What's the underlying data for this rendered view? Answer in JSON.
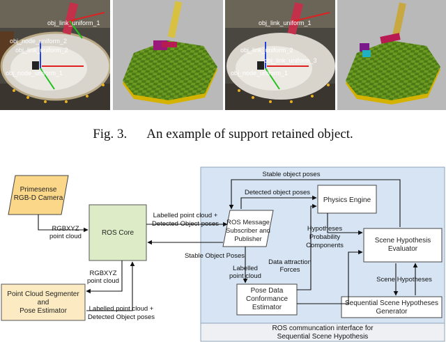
{
  "figure": {
    "photo_labels": {
      "p1_link1": "obj_link_uniform_1",
      "p1_node": "obj_node_uniform_2",
      "p1_link_small": "obj_link_uniform_2",
      "p1_node_bottom": "obj_node_uniform_1",
      "p3_link1": "obj_link_uniform_1",
      "p3_link2": "obj_link_uniform_2",
      "p3_link3": "obj_link_uniform_3",
      "p3_node_bottom": "obj_node_uniform_1"
    },
    "caption": {
      "number": "Fig. 3.",
      "text": "An example of support retained object."
    }
  },
  "diagram": {
    "region_label_line1": "ROS communcation interface for",
    "region_label_line2": "Sequential Scene Hypothesis",
    "boxes": {
      "camera_line1": "Primesense",
      "camera_line2": "RGB-D Camera",
      "ros_core": "ROS Core",
      "segmenter_line1": "Point Cloud  Segmenter",
      "segmenter_line2": "and",
      "segmenter_line3": "Pose Estimator",
      "ros_msg_line1": "ROS Message",
      "ros_msg_line2": "Subscriber and",
      "ros_msg_line3": "Publisher",
      "physics": "Physics Engine",
      "evaluator_line1": "Scene Hypothesis",
      "evaluator_line2": "Evaluator",
      "pose_data_line1": "Pose Data",
      "pose_data_line2": "Conformance",
      "pose_data_line3": "Estimator",
      "sequential_line1": "Sequential Scene Hypotheses",
      "sequential_line2": "Generator"
    },
    "edge_labels": {
      "rgbxyz_top_line1": "RGBXYZ",
      "rgbxyz_top_line2": "point cloud",
      "rgbxyz_bottom_line1": "RGBXYZ",
      "rgbxyz_bottom_line2": "point cloud",
      "labelled_to_ros_line1": "Labelled point cloud +",
      "labelled_to_ros_line2": "Detected Object poses",
      "labelled_bottom_line1": "Labelled point cloud +",
      "labelled_bottom_line2": "Detected Object poses",
      "stable_top": "Stable object poses",
      "detected_object": "Detected object poses",
      "stable_back": "Stable Object Poses",
      "labelled_small_line1": "Labelled",
      "labelled_small_line2": "point cloud",
      "data_attraction_line1": "Data attraction",
      "data_attraction_line2": "Forces",
      "hypotheses_line1": "Hypotheses",
      "hypotheses_line2": "Probability",
      "hypotheses_line3": "Components",
      "scene_hypotheses": "Scene Hypotheses"
    }
  }
}
